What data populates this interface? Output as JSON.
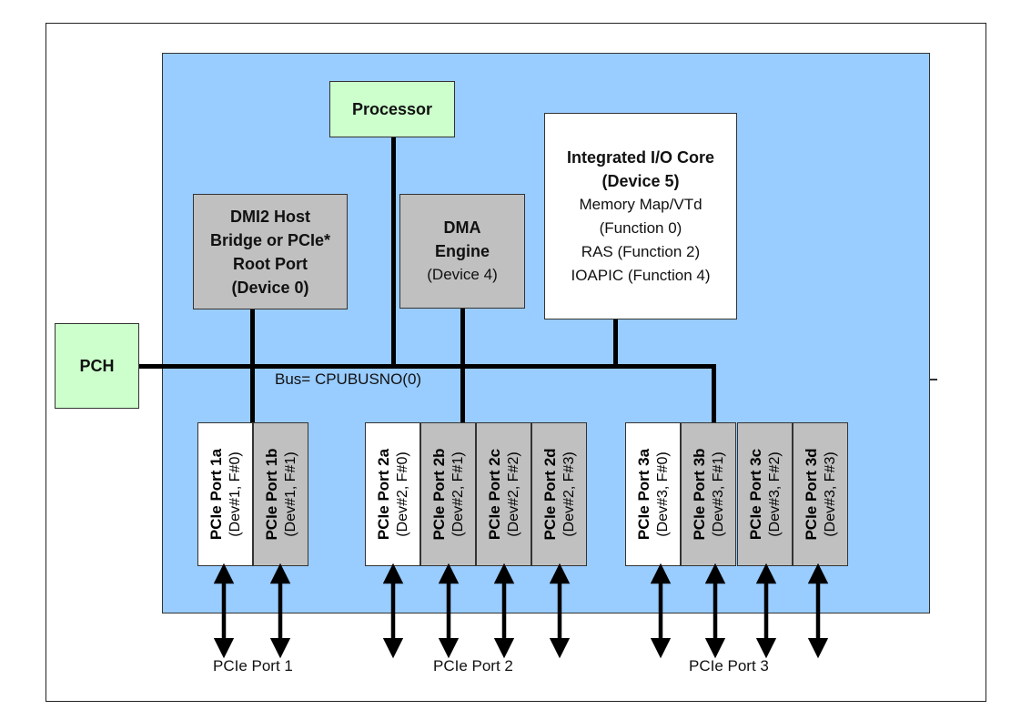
{
  "blocks": {
    "processor": "Processor",
    "pch": "PCH",
    "dmi": [
      "DMI2 Host",
      "Bridge or PCIe*",
      "Root Port",
      "(Device 0)"
    ],
    "dma": [
      "DMA",
      "Engine",
      "(Device 4)"
    ],
    "iio": {
      "bold": [
        "Integrated I/O Core",
        "(Device 5)"
      ],
      "normal": [
        "Memory Map/VTd",
        "(Function 0)",
        "RAS (Function 2)",
        "IOAPIC (Function 4)"
      ]
    }
  },
  "bus_label": "Bus= CPUBUSNO(0)",
  "ports": [
    {
      "name": "PCIe Port 1a",
      "fn": "(Dev#1, F#0)",
      "fill": "white"
    },
    {
      "name": "PCIe Port 1b",
      "fn": "(Dev#1, F#1)",
      "fill": "gray"
    },
    {
      "name": "PCIe Port 2a",
      "fn": "(Dev#2, F#0)",
      "fill": "white"
    },
    {
      "name": "PCIe Port 2b",
      "fn": "(Dev#2, F#1)",
      "fill": "gray"
    },
    {
      "name": "PCIe Port 2c",
      "fn": "(Dev#2, F#2)",
      "fill": "gray"
    },
    {
      "name": "PCIe Port 2d",
      "fn": "(Dev#2, F#3)",
      "fill": "gray"
    },
    {
      "name": "PCIe Port 3a",
      "fn": "(Dev#3, F#0)",
      "fill": "white"
    },
    {
      "name": "PCIe Port 3b",
      "fn": "(Dev#3, F#1)",
      "fill": "gray"
    },
    {
      "name": "PCIe Port 3c",
      "fn": "(Dev#3, F#2)",
      "fill": "gray"
    },
    {
      "name": "PCIe Port 3d",
      "fn": "(Dev#3, F#3)",
      "fill": "gray"
    }
  ],
  "port_groups": [
    "PCIe Port 1",
    "PCIe Port 2",
    "PCIe Port 3"
  ],
  "colors": {
    "background_region": "#99ccff",
    "external_block": "#ccffcc",
    "device_block": "#c0c0c0",
    "core_block": "#ffffff"
  }
}
